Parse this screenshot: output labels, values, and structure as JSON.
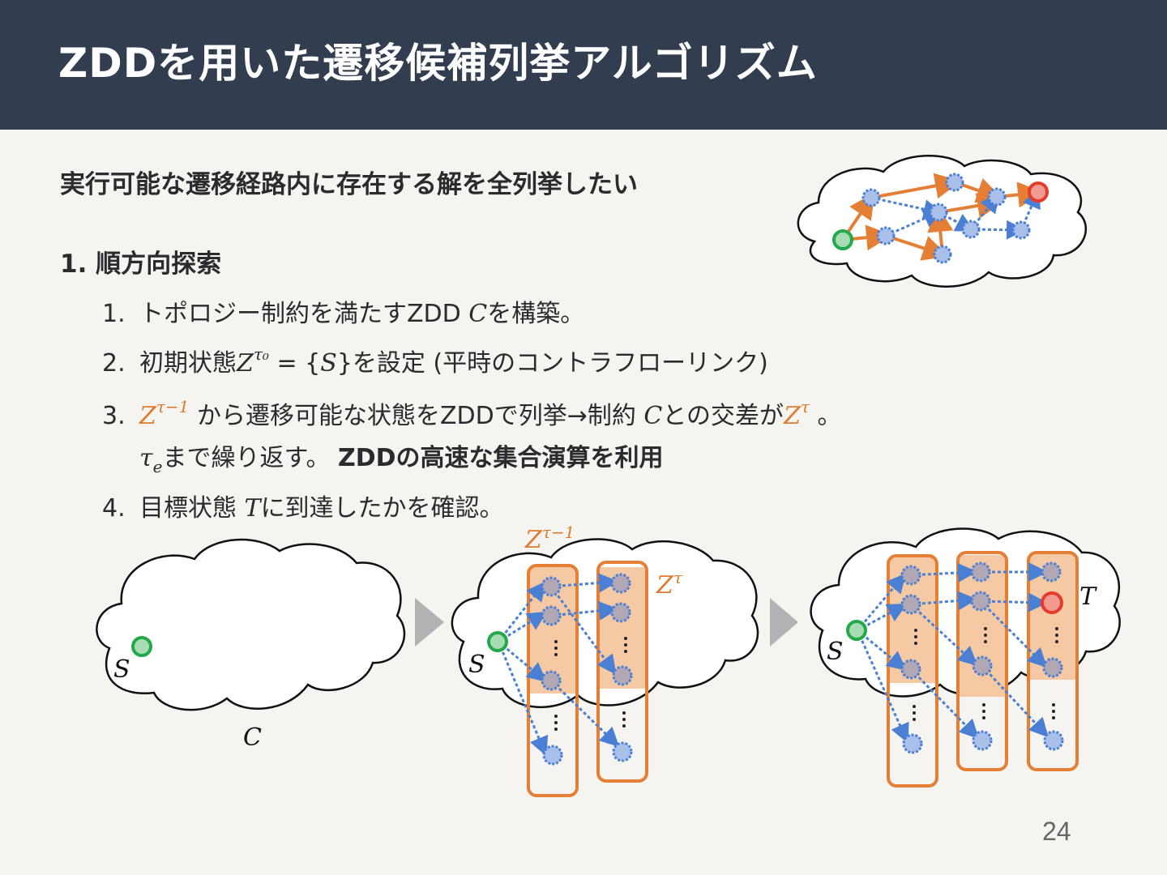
{
  "slide": {
    "title": "ZDDを用いた遷移候補列挙アルゴリズム",
    "page_number": "24"
  },
  "lead": "実行可能な遷移経路内に存在する解を全列挙したい",
  "section": {
    "number": "1.",
    "title": "順方向探索"
  },
  "steps": {
    "s1": {
      "num": "1.",
      "text_a": "トポロジー制約を満たすZDD ",
      "var_c": "C",
      "text_b": "を構築。"
    },
    "s2": {
      "num": "2.",
      "text_a": "初期状態",
      "var_z": "Z",
      "sup_tau0": "τ₀",
      "eq": " = {",
      "var_s": "S",
      "text_b": "}を設定 (平時のコントラフローリンク)"
    },
    "s3": {
      "num": "3.",
      "var_z1": "Z",
      "sup_tau_minus1": "τ−1",
      "text_a": " から遷移可能な状態をZDDで列挙",
      "arrow": "→",
      "text_b": "制約 ",
      "var_c": "C",
      "text_c": "との交差が",
      "var_z2": "Z",
      "sup_tau": "τ",
      "text_d": " 。"
    },
    "s3b": {
      "var_tau": "τ",
      "sub_e": "e",
      "text_a": "まで繰り返す。 ",
      "text_bold": "ZDDの高速な集合演算を利用"
    },
    "s4": {
      "num": "4.",
      "text_a": "目標状態 ",
      "var_t": "T",
      "text_b": "に到達したかを確認。"
    }
  },
  "figure": {
    "label_s": "S",
    "label_c": "C",
    "label_t": "T",
    "label_z_prev_base": "Z",
    "label_z_prev_sup": "τ−1",
    "label_z_cur_base": "Z",
    "label_z_cur_sup": "τ",
    "colors": {
      "orange_edge": "#e57f35",
      "blue_node": "#4a7fd4",
      "blue_fill": "#a9c0ea",
      "gray_node_fill": "#b2a7b4",
      "start_node": "#23a84a",
      "target_node": "#e43b2c",
      "highlight_fill": "#f5c9a4",
      "box_stroke": "#e57f35",
      "arrow_gray": "#b3b3b3"
    }
  }
}
